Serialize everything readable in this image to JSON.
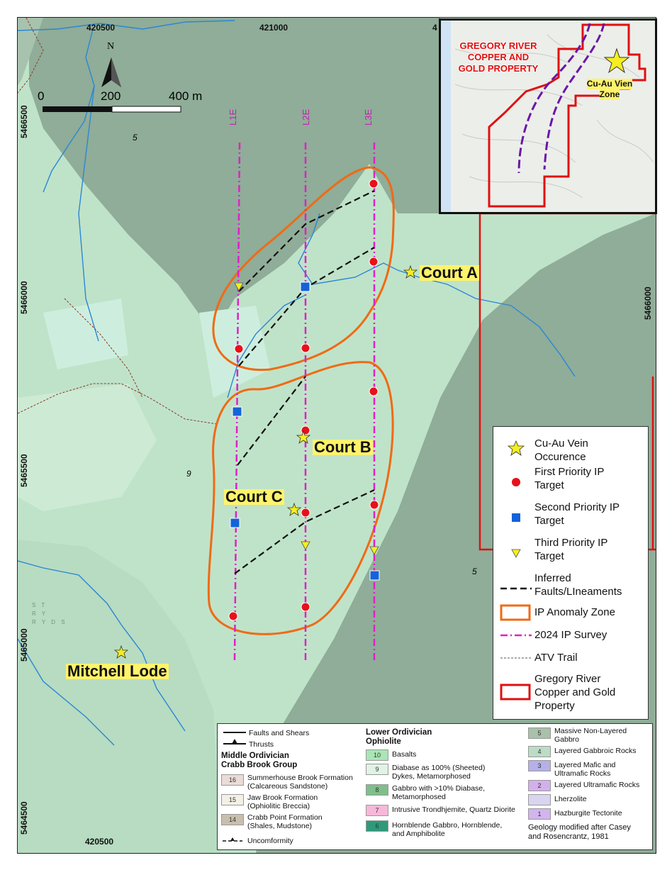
{
  "coordinates": {
    "top_x": [
      "420500",
      "421000",
      "4"
    ],
    "bottom_x": [
      "420500"
    ],
    "left_y": [
      "5466500",
      "5466000",
      "5465500",
      "5465000",
      "5464500"
    ],
    "right_y": [
      "5466000"
    ]
  },
  "scale_bar": {
    "north": "N",
    "zero": "0",
    "mid": "200",
    "end": "400 m"
  },
  "survey_lines": [
    "L1E",
    "L2E",
    "L3E"
  ],
  "contour_labels": [
    "5",
    "9",
    "5"
  ],
  "faint_text": [
    "S T",
    "R Y",
    "R Y D S"
  ],
  "occurrence_labels": {
    "court_a": "Court A",
    "court_b": "Court B",
    "court_c": "Court C",
    "mitchell": "Mitchell Lode"
  },
  "inset": {
    "title_lines": [
      "GREGORY RIVER",
      "COPPER AND",
      "GOLD PROPERTY"
    ],
    "vein_label_lines": [
      "Cu-Au Vien",
      "Zone"
    ]
  },
  "legend": [
    {
      "icon": "yellow-star",
      "lines": [
        "Cu-Au Vein",
        "Occurence"
      ]
    },
    {
      "icon": "red-circle",
      "lines": [
        "First Priority IP",
        "Target"
      ]
    },
    {
      "icon": "blue-square",
      "lines": [
        "Second Priority IP",
        "Target"
      ]
    },
    {
      "icon": "yellow-triangle",
      "lines": [
        "Third Priority IP",
        "Target"
      ]
    },
    {
      "icon": "black-dashed-line",
      "lines": [
        "Inferred",
        "Faults/LIneaments"
      ]
    },
    {
      "icon": "orange-outline",
      "lines": [
        "IP Anomaly Zone"
      ]
    },
    {
      "icon": "magenta-dashdot-line",
      "lines": [
        "2024 IP Survey"
      ]
    },
    {
      "icon": "thin-dashed-line",
      "lines": [
        "ATV Trail"
      ]
    },
    {
      "icon": "red-outline",
      "lines": [
        "Gregory River",
        "Copper and Gold",
        "Property"
      ]
    }
  ],
  "geology": {
    "faults": "Faults and Shears",
    "thrusts": "Thrusts",
    "middle_heading": [
      "Middle Ordivician",
      "Crabb Brook Group"
    ],
    "middle_units": [
      {
        "code": "16",
        "lines": [
          "Summerhouse Brook Formation",
          "(Calcareous Sandstone)"
        ],
        "color": "#eadbd6"
      },
      {
        "code": "15",
        "lines": [
          "Jaw Brook Formation",
          "(Ophiolitic Breccia)"
        ],
        "color": "#f3f0e6"
      },
      {
        "code": "14",
        "lines": [
          "Crabb Point Formation",
          "(Shales, Mudstone)"
        ],
        "color": "#c9bfae"
      }
    ],
    "unconformity": "Uncomformity",
    "lower_heading": [
      "Lower Ordivician",
      "Ophiolite"
    ],
    "lower_units": [
      {
        "code": "10",
        "lines": [
          "Basalts"
        ],
        "color": "#a9e6b3"
      },
      {
        "code": "9",
        "lines": [
          "Diabase as 100% (Sheeted)",
          "Dykes, Metamorphosed"
        ],
        "color": "#e0f3e4"
      },
      {
        "code": "8",
        "lines": [
          "Gabbro with >10% Diabase,",
          "Metamorphosed"
        ],
        "color": "#7fbf8c"
      },
      {
        "code": "7",
        "lines": [
          "Intrusive Trondhjemite, Quartz Diorite"
        ],
        "color": "#f7b8d8"
      },
      {
        "code": "6",
        "lines": [
          "Hornblende Gabbro, Hornblende,",
          "and Amphibolite"
        ],
        "color": "#2e9a7a"
      }
    ],
    "right_units": [
      {
        "code": "5",
        "lines": [
          "Massive Non-Layered",
          "Gabbro"
        ],
        "color": "#a9c0aa"
      },
      {
        "code": "4",
        "lines": [
          "Layered Gabbroic Rocks"
        ],
        "color": "#bcdcc6"
      },
      {
        "code": "3",
        "lines": [
          "Layered Mafic and",
          "Ultramafic Rocks"
        ],
        "color": "#b5b0e8"
      },
      {
        "code": "2",
        "lines": [
          "Layered Ultramafic Rocks"
        ],
        "color": "#d3b0ec"
      },
      {
        "code": "",
        "lines": [
          "Lherzolite"
        ],
        "color": "#d9d4f0"
      },
      {
        "code": "1",
        "lines": [
          "Hazburgite Tectonite"
        ],
        "color": "#d2b5ee"
      }
    ],
    "credit": [
      "Geology modified after Casey",
      "and Rosencrantz, 1981"
    ]
  }
}
